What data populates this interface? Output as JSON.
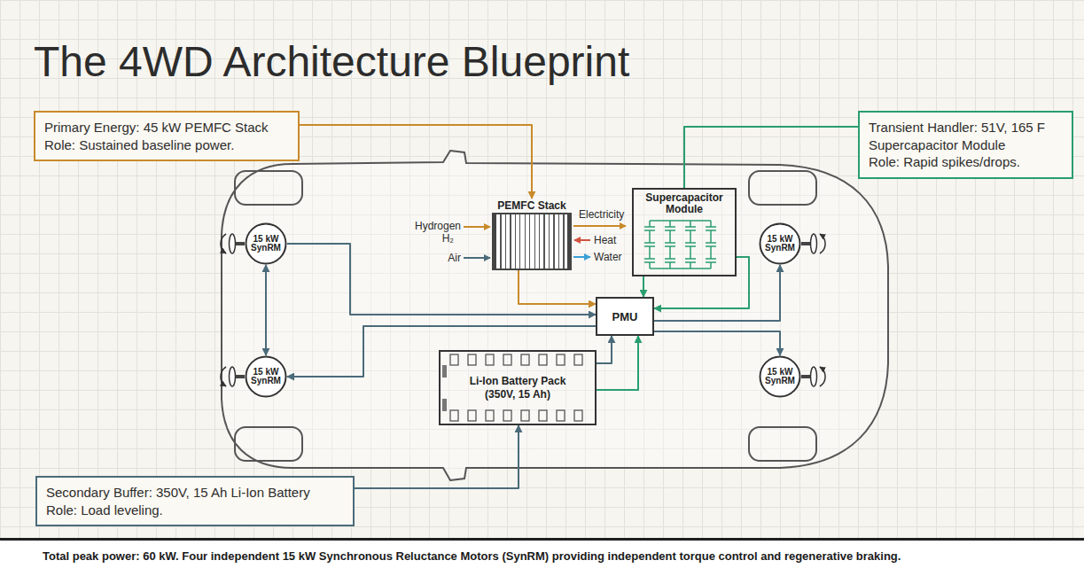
{
  "diagram": {
    "title": "The 4WD Architecture Blueprint",
    "caption": "Total peak power: 60 kW. Four independent 15 kW Synchronous Reluctance Motors (SynRM) providing independent torque control and regenerative braking.",
    "nodes": [
      {
        "text": [
          "Primary Energy: 45 kW PEMFC Stack",
          "Role: Sustained baseline power."
        ]
      },
      {
        "text": [
          "Transient Handler: 51V, 165 F Supercapacitor Module",
          "Role: Rapid spikes/drops."
        ]
      },
      {
        "text": [
          "15 kW SynRM"
        ]
      },
      {
        "text": [
          "PEMFC Stack"
        ]
      },
      {
        "text": [
          "Supercapacitor Module"
        ]
      },
      {
        "text": [
          "15 kW SynRM"
        ]
      },
      {
        "text": [
          "PMU"
        ]
      },
      {
        "text": [
          "15 kW SynRM"
        ]
      },
      {
        "text": [
          "Li-Ion Battery Pack (350V, 15 Ah)"
        ]
      },
      {
        "text": [
          "15 kW SynRM"
        ]
      },
      {
        "text": [
          "Secondary Buffer: 350V, 15 Ah Li-Ion Battery",
          "Role: Load leveling."
        ]
      }
    ],
    "edges": [
      {
        "from": 0,
        "to": 3,
        "arrow": "to"
      },
      {
        "from": 1,
        "to": 4,
        "arrow": "none"
      },
      {
        "from": 10,
        "to": 8,
        "arrow": "to"
      },
      {
        "from": 3,
        "to": 6,
        "arrow": "to"
      },
      {
        "from": 4,
        "to": 6,
        "arrow": "to"
      },
      {
        "from": 4,
        "to": 6,
        "arrow": "to"
      },
      {
        "from": 8,
        "to": 6,
        "arrow": "to"
      },
      {
        "from": 8,
        "to": 6,
        "arrow": "to"
      },
      {
        "from": 2,
        "to": 6,
        "arrow": "to"
      },
      {
        "from": 6,
        "to": 7,
        "arrow": "to"
      },
      {
        "from": 2,
        "to": 7,
        "arrow": "both"
      },
      {
        "from": 6,
        "to": 5,
        "arrow": "to"
      },
      {
        "from": 6,
        "to": 9,
        "arrow": "to"
      }
    ],
    "labels": [
      "Hydrogen",
      "H₂",
      "Air",
      "Electricity",
      "Heat",
      "Water"
    ]
  }
}
